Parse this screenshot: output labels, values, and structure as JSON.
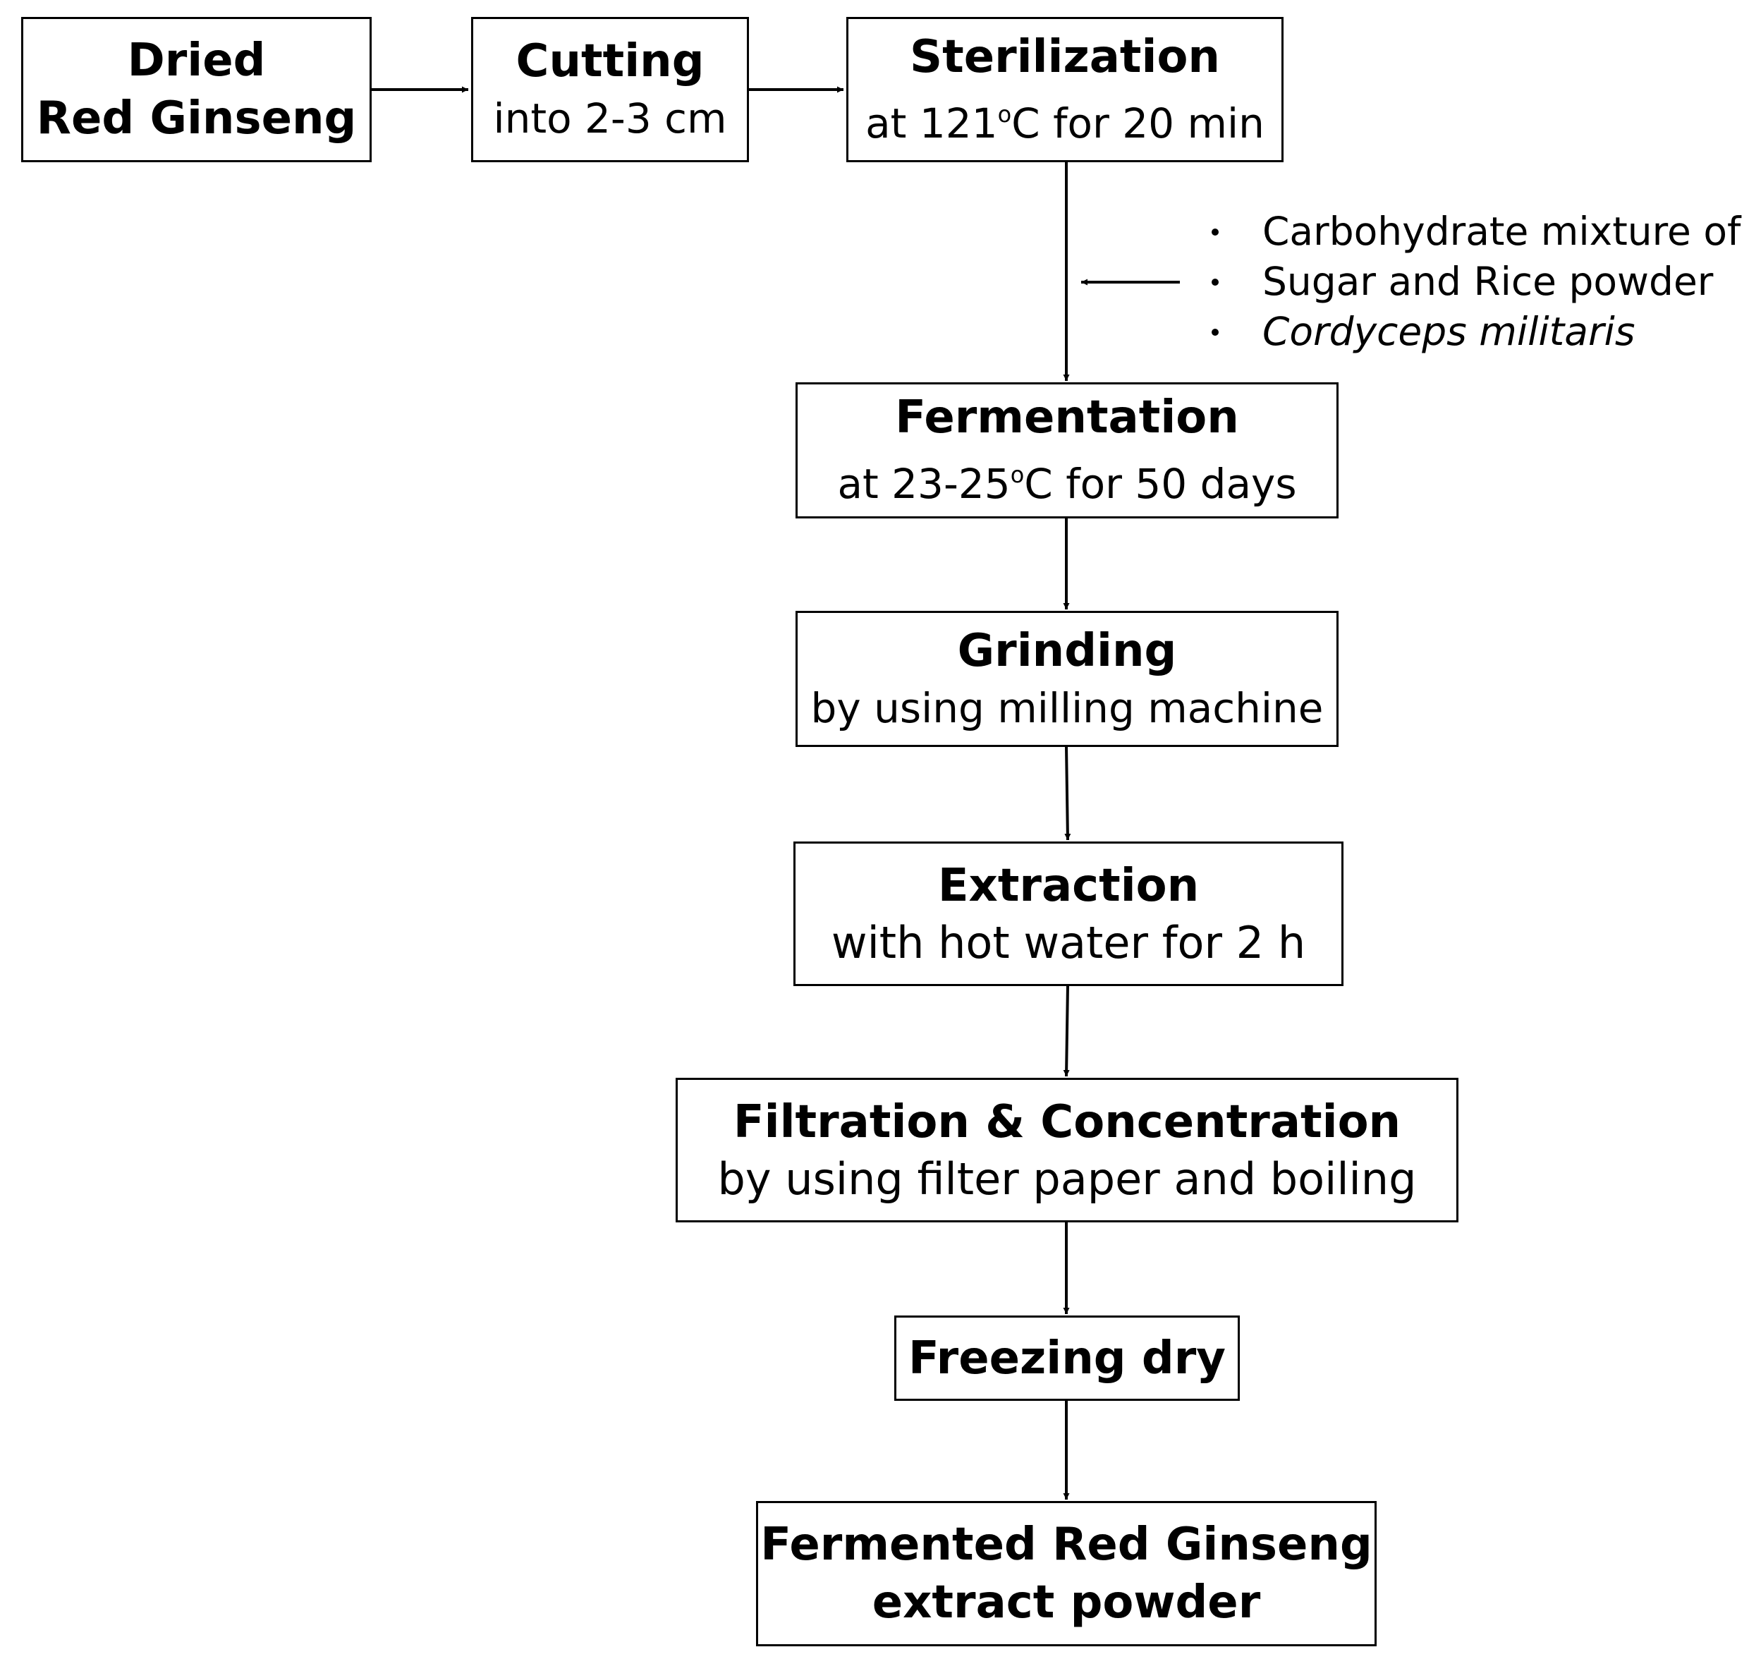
{
  "steps": [
    {
      "title": "Dried",
      "title2": "Red Ginseng"
    },
    {
      "title": "Cutting",
      "detail": "into 2-3 cm"
    },
    {
      "title": "Sterilization",
      "detail_pre": "at 121",
      "detail_post": "C for 20 min"
    },
    {
      "title": "Fermentation",
      "detail_pre": "at 23-25",
      "detail_post": "C for 50 days"
    },
    {
      "title": "Grinding",
      "detail": "by using milling machine"
    },
    {
      "title": "Extraction",
      "detail": "with hot water for 2 h"
    },
    {
      "title": "Filtration & Concentration",
      "detail": "by using filter paper and boiling"
    },
    {
      "title": "Freezing dry"
    },
    {
      "title": "Fermented Red Ginseng",
      "title2": "extract powder"
    }
  ],
  "degree_symbol": "o",
  "additions": [
    "Carbohydrate mixture of",
    "Sugar and Rice powder",
    "Cordyceps militaris"
  ]
}
